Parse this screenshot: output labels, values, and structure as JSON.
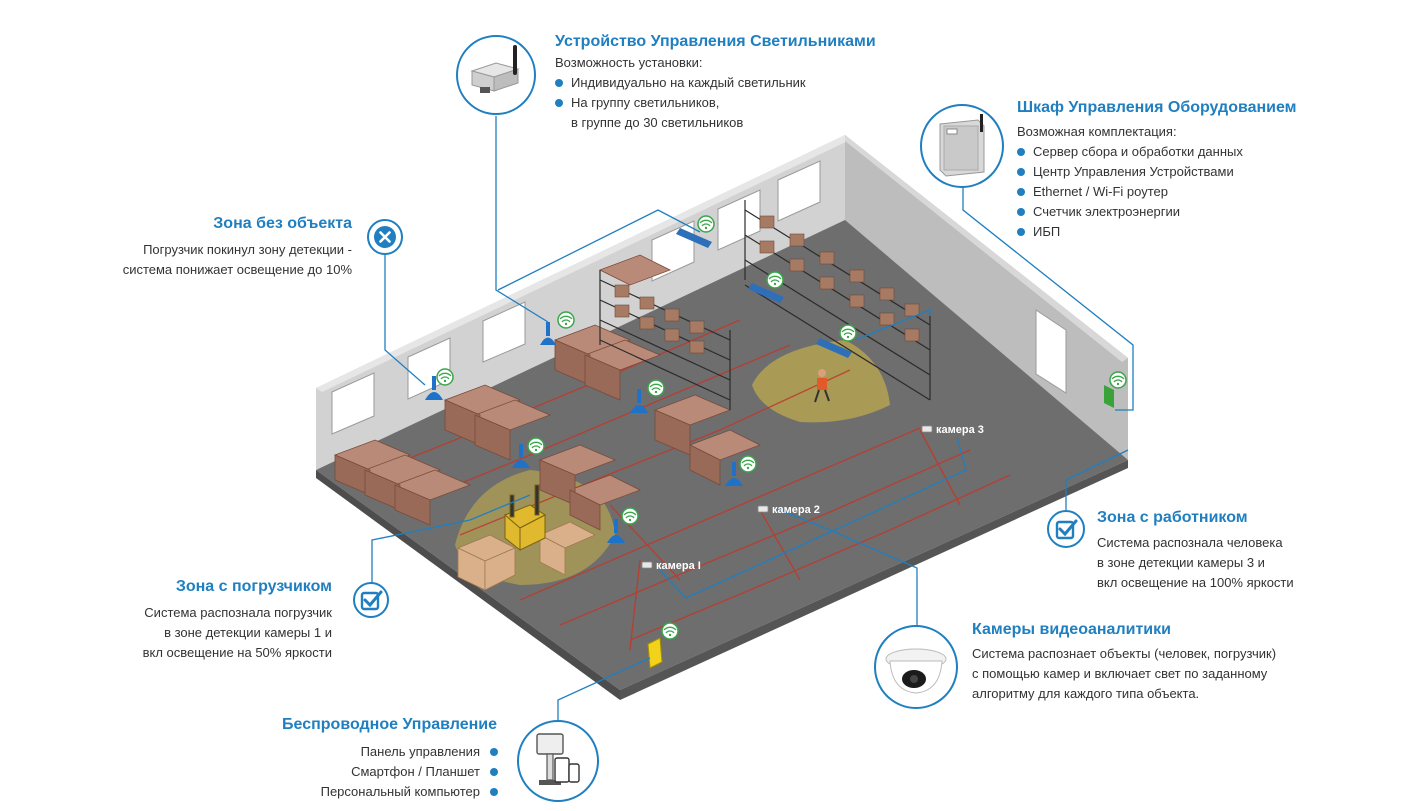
{
  "device_control": {
    "title": "Устройство Управления Светильниками",
    "subtitle": "Возможность установки:",
    "items": [
      "Индивидуально на каждый светильник",
      "На группу светильников,"
    ],
    "continuation": "в группе до 30 светильников",
    "icon": "light-controller-icon"
  },
  "cabinet": {
    "title": "Шкаф Управления Оборудованием",
    "subtitle": "Возможная комплектация:",
    "items": [
      "Сервер сбора и обработки данных",
      "Центр Управления Устройствами",
      "Ethernet / Wi-Fi роутер",
      "Счетчик электроэнергии",
      "ИБП"
    ],
    "icon": "control-cabinet-icon"
  },
  "zone_empty": {
    "title": "Зона без объекта",
    "lines": [
      "Погрузчик покинул зону детекции -",
      "система понижает освещение до 10%"
    ],
    "icon": "cross-icon"
  },
  "zone_forklift": {
    "title": "Зона с погрузчиком",
    "lines": [
      "Система распознала погрузчик",
      "в зоне детекции камеры 1 и",
      "вкл освещение на 50% яркости"
    ],
    "icon": "check-icon"
  },
  "zone_worker": {
    "title": "Зона с работником",
    "lines": [
      "Система распознала человека",
      "в зоне детекции камеры 3 и",
      "вкл освещение на 100% яркости"
    ],
    "icon": "check-icon"
  },
  "cameras": {
    "title": "Камеры видеоаналитики",
    "lines": [
      "Система распознает объекты (человек, погрузчик)",
      "с помощью камер и включает свет по заданному",
      "алгоритму для каждого типа объекта."
    ],
    "icon": "dome-camera-icon"
  },
  "wireless": {
    "title": "Беспроводное Управление",
    "items": [
      "Панель управления",
      "Смартфон / Планшет",
      "Персональный компьютер"
    ],
    "icon": "devices-icon"
  },
  "scene_labels": {
    "camera1": "камера I",
    "camera2": "камера 2",
    "camera3": "камера 3"
  },
  "colors": {
    "accent": "#1f7fc0",
    "wifi_badge": "#3aa54a",
    "floor": "#6b6b6b",
    "wall": "#c8c8c8",
    "detection_zone": "#c9b24a",
    "zone_lines": "#c0392b"
  }
}
